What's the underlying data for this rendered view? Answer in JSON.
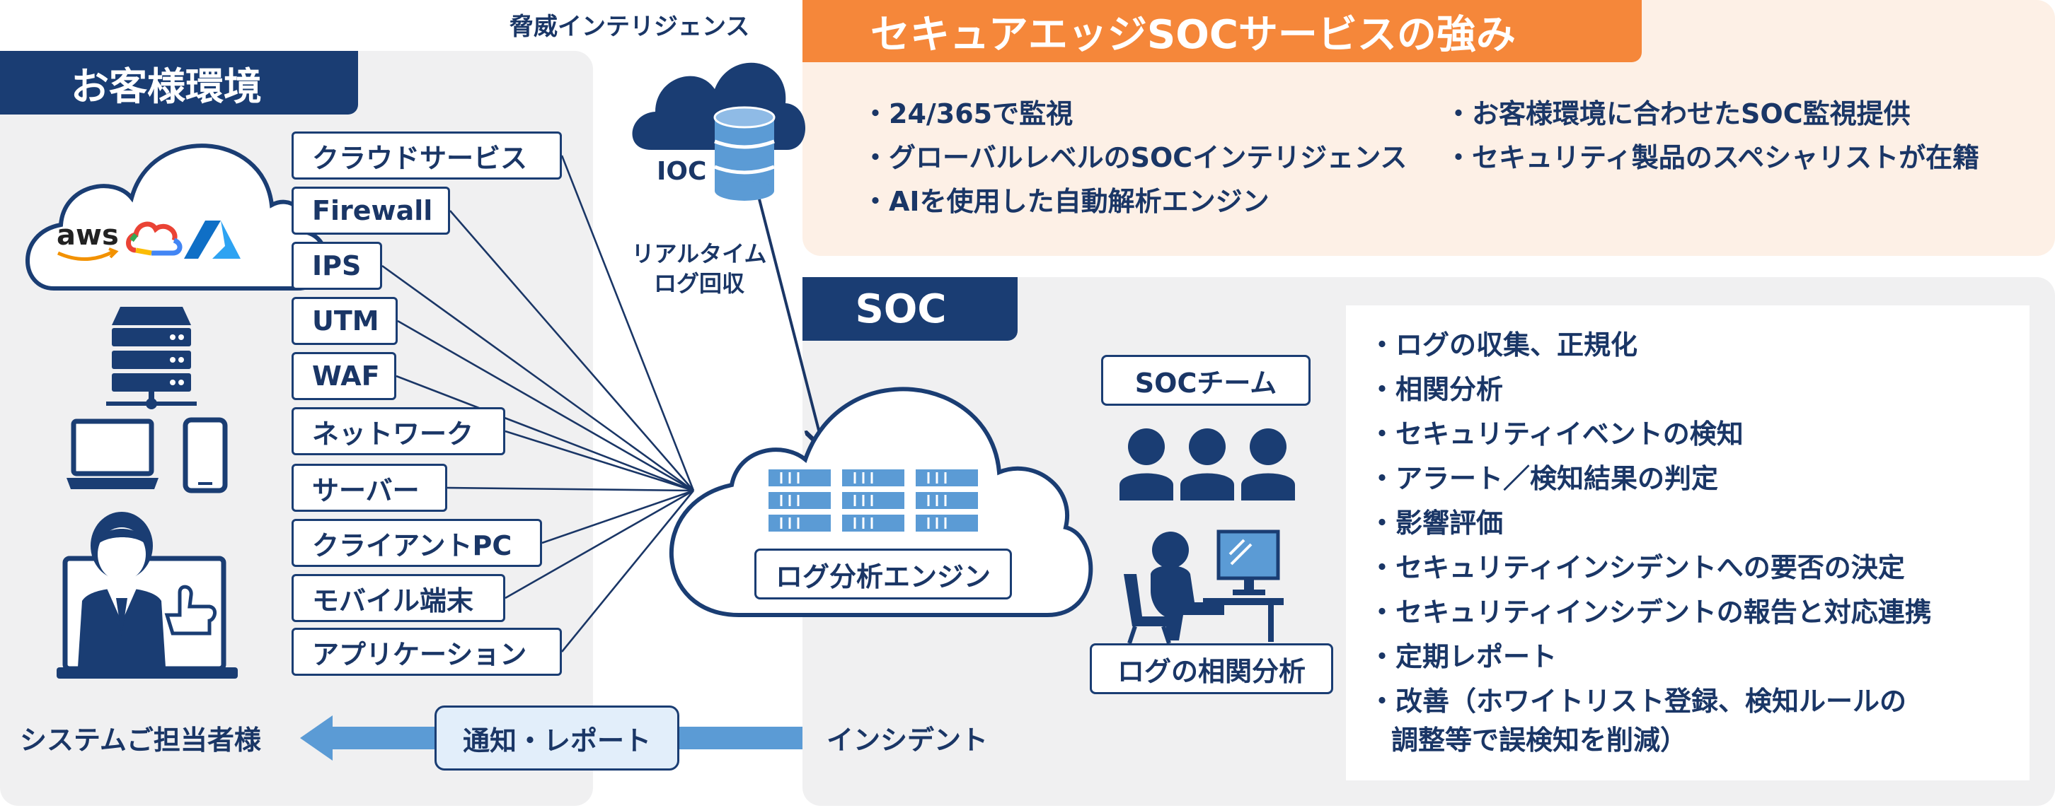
{
  "header": {
    "threat_intel_label": "脅威インテリジェンス",
    "strengths_title": "セキュアエッジSOCサービスの強み"
  },
  "strengths": {
    "left": [
      "24/365で監視",
      "グローバルレベルのSOCインテリジェンス",
      "AIを使用した自動解析エンジン"
    ],
    "right": [
      "お客様環境に合わせたSOC監視提供",
      "セキュリティ製品のスペシャリストが在籍"
    ]
  },
  "customer_env": {
    "title": "お客様環境",
    "cloud_logo_text": "aws",
    "sources": [
      "クラウドサービス",
      "Firewall",
      "IPS",
      "UTM",
      "WAF",
      "ネットワーク",
      "サーバー",
      "クライアントPC",
      "モバイル端末",
      "アプリケーション"
    ],
    "system_owner_label": "システムご担当者様"
  },
  "ioc": {
    "label": "IOC",
    "realtime_label_line1": "リアルタイム",
    "realtime_label_line2": "ログ回収"
  },
  "soc": {
    "title": "SOC",
    "engine_label": "ログ分析エンジン",
    "team_label": "SOCチーム",
    "correlation_label": "ログの相関分析",
    "incident_label": "インシデント",
    "notify_label": "通知・レポート",
    "tasks": [
      "ログの収集、正規化",
      "相関分析",
      "セキュリティイベントの検知",
      "アラート／検知結果の判定",
      "影響評価",
      "セキュリティインシデントへの要否の決定",
      "セキュリティインシデントの報告と対応連携",
      "定期レポート",
      "改善（ホワイトリスト登録、検知ルールの"
    ],
    "tasks_continuation": "調整等で誤検知を削減）"
  },
  "colors": {
    "navy": "#1a3d73",
    "orange": "#f5873a",
    "peach_bg": "#fdf0e6",
    "gray_bg": "#f0f0f1",
    "light_blue": "#5b9bd5"
  }
}
